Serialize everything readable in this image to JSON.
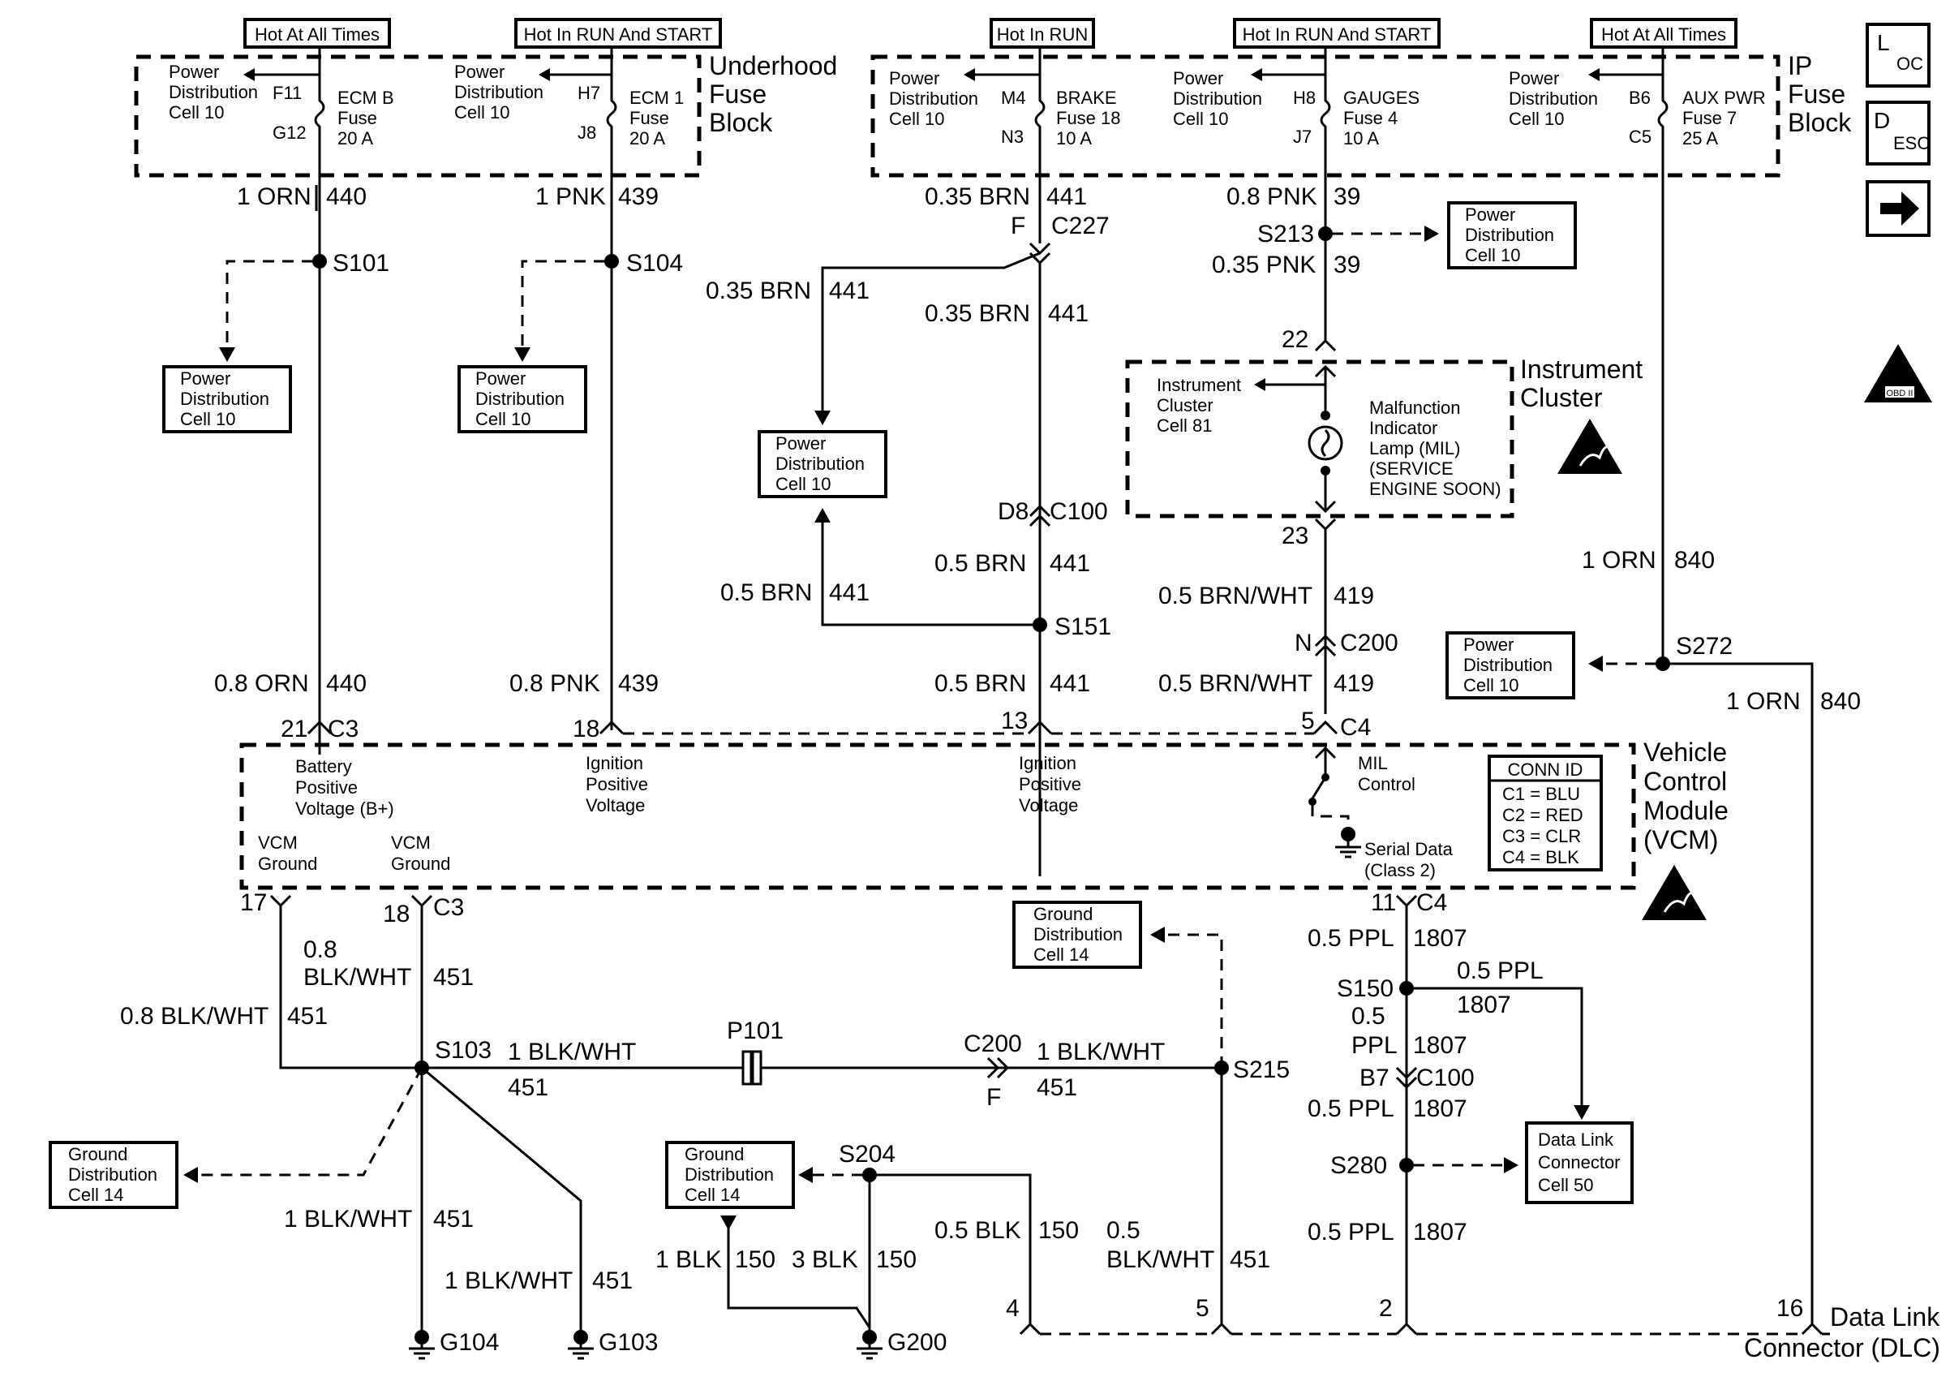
{
  "feeds": {
    "hot_all_times_1": "Hot At All Times",
    "hot_run_start_1": "Hot In RUN And START",
    "hot_run": "Hot In RUN",
    "hot_run_start_2": "Hot In RUN And START",
    "hot_all_times_2": "Hot At All Times"
  },
  "underhood": {
    "title_1": "Underhood",
    "title_2": "Fuse",
    "title_3": "Block",
    "pd1": [
      "Power",
      "Distribution",
      "Cell 10"
    ],
    "pd2": [
      "Power",
      "Distribution",
      "Cell 10"
    ],
    "fuse1": {
      "pin_in": "F11",
      "pin_out": "G12",
      "name": [
        "ECM B",
        "Fuse",
        "20 A"
      ]
    },
    "fuse2": {
      "pin_in": "H7",
      "pin_out": "J8",
      "name": [
        "ECM 1",
        "Fuse",
        "20 A"
      ]
    }
  },
  "ip_block": {
    "title_1": "IP",
    "title_2": "Fuse",
    "title_3": "Block",
    "pd1": [
      "Power",
      "Distribution",
      "Cell 10"
    ],
    "pd2": [
      "Power",
      "Distribution",
      "Cell 10"
    ],
    "pd3": [
      "Power",
      "Distribution",
      "Cell 10"
    ],
    "fuse1": {
      "pin_in": "M4",
      "pin_out": "N3",
      "name": [
        "BRAKE",
        "Fuse 18",
        "10 A"
      ]
    },
    "fuse2": {
      "pin_in": "H8",
      "pin_out": "J7",
      "name": [
        "GAUGES",
        "Fuse 4",
        "10 A"
      ]
    },
    "fuse3": {
      "pin_in": "B6",
      "pin_out": "C5",
      "name": [
        "AUX PWR",
        "Fuse 7",
        "25 A"
      ]
    }
  },
  "wires": {
    "w440a": {
      "gauge": "1 ORN",
      "circuit": "440"
    },
    "w439a": {
      "gauge": "1 PNK",
      "circuit": "439"
    },
    "w441a": {
      "gauge": "0.35 BRN",
      "circuit": "441"
    },
    "w39a": {
      "gauge": "0.8 PNK",
      "circuit": "39"
    },
    "w39b": {
      "gauge": "0.35 PNK",
      "circuit": "39"
    },
    "w441b": {
      "gauge": "0.35 BRN",
      "circuit": "441"
    },
    "w441c": {
      "gauge": "0.35 BRN",
      "circuit": "441"
    },
    "w441d": {
      "gauge": "0.5 BRN",
      "circuit": "441"
    },
    "w441e": {
      "gauge": "0.5 BRN",
      "circuit": "441"
    },
    "w441f": {
      "gauge": "0.5 BRN",
      "circuit": "441"
    },
    "w419a": {
      "gauge": "0.5 BRN/WHT",
      "circuit": "419"
    },
    "w419b": {
      "gauge": "0.5 BRN/WHT",
      "circuit": "419"
    },
    "w840a": {
      "gauge": "1 ORN",
      "circuit": "840"
    },
    "w840b": {
      "gauge": "1 ORN",
      "circuit": "840"
    },
    "w440b": {
      "gauge": "0.8 ORN",
      "circuit": "440"
    },
    "w439b": {
      "gauge": "0.8 PNK",
      "circuit": "439"
    },
    "w451a": {
      "gauge_1": "0.8",
      "gauge_2": "BLK/WHT",
      "circuit": "451"
    },
    "w451b": {
      "gauge": "0.8 BLK/WHT",
      "circuit": "451"
    },
    "w451c": {
      "gauge": "1 BLK/WHT",
      "circuit": "451"
    },
    "w451d": {
      "gauge": "1 BLK/WHT",
      "circuit": "451"
    },
    "w451e": {
      "gauge": "1 BLK/WHT",
      "circuit": "451"
    },
    "w451f": {
      "gauge": "1 BLK/WHT",
      "circuit": "451"
    },
    "w451g": {
      "gauge_1": "0.5",
      "gauge_2": "BLK/WHT",
      "circuit": "451"
    },
    "w150a": {
      "gauge": "1 BLK",
      "circuit": "150"
    },
    "w150b": {
      "gauge": "3 BLK",
      "circuit": "150"
    },
    "w150c": {
      "gauge": "0.5 BLK",
      "circuit": "150"
    },
    "w1807a": {
      "gauge": "0.5 PPL",
      "circuit": "1807"
    },
    "w1807b": {
      "gauge": "0.5 PPL",
      "circuit": "1807"
    },
    "w1807c": {
      "gauge_1": "0.5",
      "gauge_2": "PPL",
      "circuit": "1807"
    },
    "w1807d": {
      "gauge": "0.5 PPL",
      "circuit": "1807"
    },
    "w1807e": {
      "gauge": "0.5 PPL",
      "circuit": "1807"
    }
  },
  "splices": {
    "s101": "S101",
    "s104": "S104",
    "s213": "S213",
    "s151": "S151",
    "s272": "S272",
    "s103": "S103",
    "s215": "S215",
    "s204": "S204",
    "s150": "S150",
    "s280": "S280"
  },
  "connectors": {
    "c227_pin": "F",
    "c227": "C227",
    "c100_pin": "D8",
    "c100": "C100",
    "c200_pin": "N",
    "c200": "C200",
    "c200b": "C200",
    "c200b_pin": "F",
    "c100b_pin": "B7",
    "c100b": "C100",
    "p101": "P101",
    "ic_pin_in": "22",
    "ic_pin_out": "23",
    "vcm_pin_21": "21",
    "vcm_c3_top": "C3",
    "vcm_pin_18": "18",
    "vcm_pin_13": "13",
    "vcm_pin_5": "5",
    "vcm_c4_top": "C4",
    "vcm_pin_17": "17",
    "vcm_pin_18b": "18",
    "vcm_c3_bot": "C3",
    "vcm_pin_11": "11",
    "vcm_c4_bot": "C4",
    "dlc_pin_4": "4",
    "dlc_pin_5": "5",
    "dlc_pin_2": "2",
    "dlc_pin_16": "16"
  },
  "refs": {
    "pd_s101": [
      "Power",
      "Distribution",
      "Cell 10"
    ],
    "pd_s104": [
      "Power",
      "Distribution",
      "Cell 10"
    ],
    "pd_c227": [
      "Power",
      "Distribution",
      "Cell 10"
    ],
    "pd_s213": [
      "Power",
      "Distribution",
      "Cell 10"
    ],
    "pd_s272": [
      "Power",
      "Distribution",
      "Cell 10"
    ],
    "gd_s215": [
      "Ground",
      "Distribution",
      "Cell 14"
    ],
    "gd_s103": [
      "Ground",
      "Distribution",
      "Cell 14"
    ],
    "gd_s204": [
      "Ground",
      "Distribution",
      "Cell 14"
    ],
    "dlc_ref": [
      "Data Link",
      "Connector",
      "Cell 50"
    ]
  },
  "cluster": {
    "title_1": "Instrument",
    "title_2": "Cluster",
    "ref": [
      "Instrument",
      "Cluster",
      "Cell 81"
    ],
    "lamp": [
      "Malfunction",
      "Indicator",
      "Lamp (MIL)",
      "(SERVICE",
      "ENGINE SOON)"
    ]
  },
  "vcm": {
    "title": [
      "Vehicle",
      "Control",
      "Module",
      "(VCM)"
    ],
    "bplus": [
      "Battery",
      "Positive",
      "Voltage (B+)"
    ],
    "ign1": [
      "Ignition",
      "Positive",
      "Voltage"
    ],
    "ign2": [
      "Ignition",
      "Positive",
      "Voltage"
    ],
    "mil": [
      "MIL",
      "Control"
    ],
    "serial": [
      "Serial Data",
      "(Class 2)"
    ],
    "gnd1": [
      "VCM",
      "Ground"
    ],
    "gnd2": [
      "VCM",
      "Ground"
    ],
    "conn_id": {
      "title": "CONN ID",
      "rows": [
        "C1 = BLU",
        "C2 = RED",
        "C3 = CLR",
        "C4 = BLK"
      ]
    }
  },
  "grounds": {
    "g104": "G104",
    "g103": "G103",
    "g200": "G200"
  },
  "dlc": {
    "title_1": "Data Link",
    "title_2": "Connector (DLC)"
  },
  "icons": {
    "loc": {
      "main": "L",
      "sub": "OC"
    },
    "desc": {
      "main": "D",
      "sub": "ESC"
    },
    "next": "arrow-right-icon",
    "obd": "OBD II",
    "esd": "esd-warning-icon"
  }
}
